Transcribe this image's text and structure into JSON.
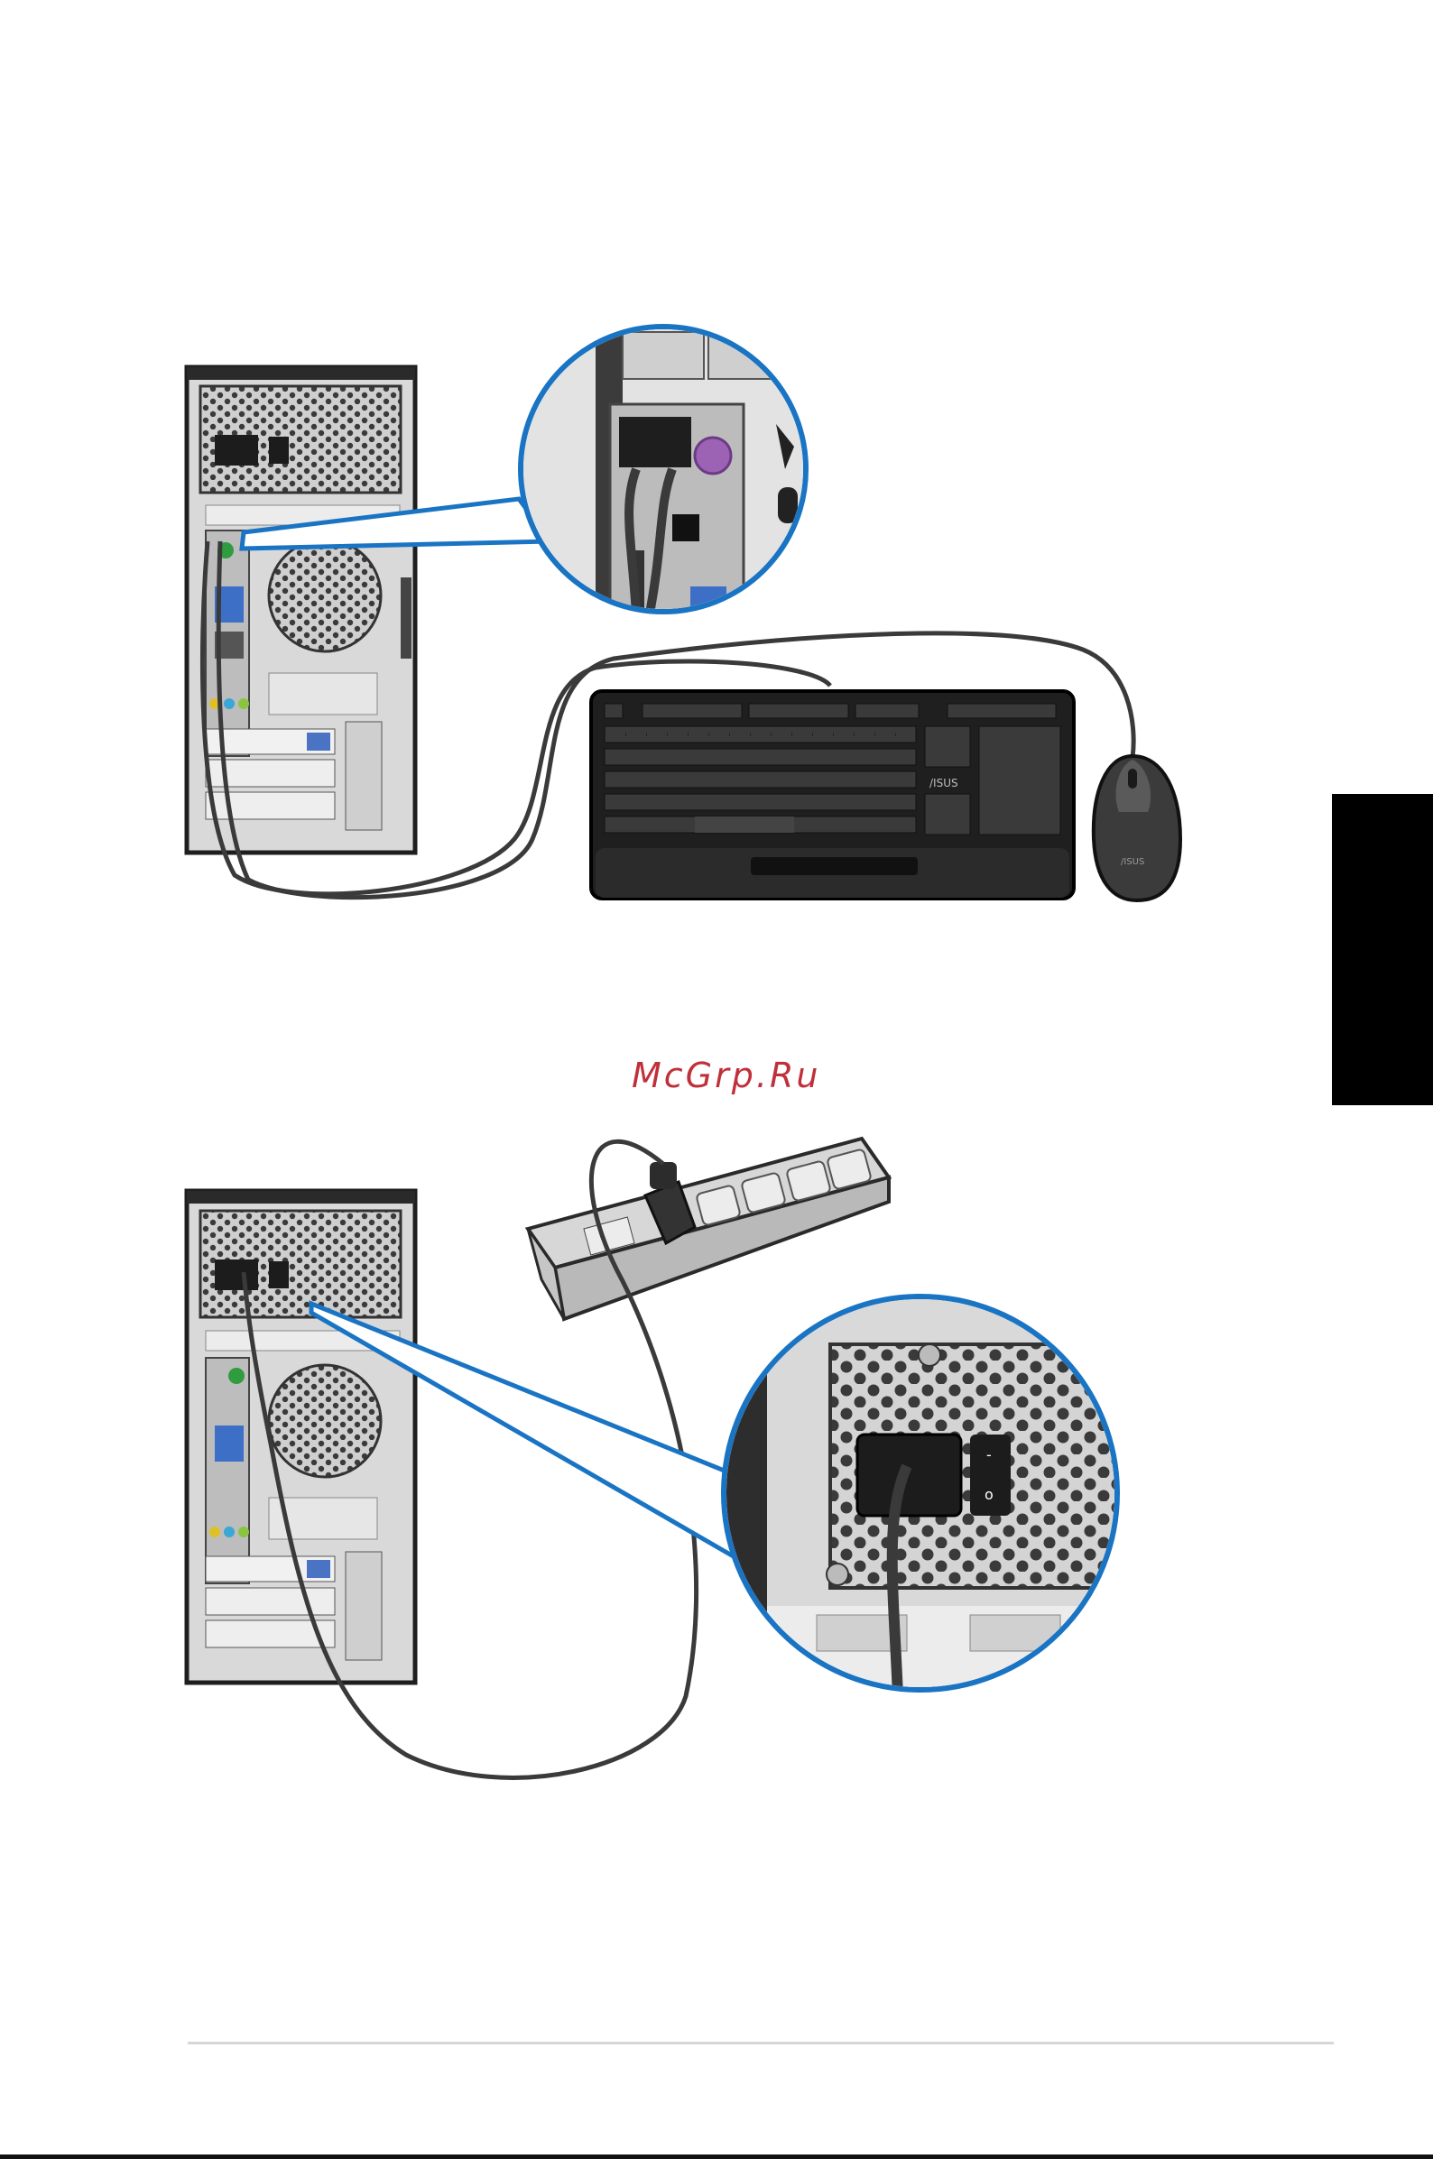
{
  "watermark": {
    "text": "McGrp.Ru"
  },
  "keyboard": {
    "brand": "/ISUS"
  },
  "mouse": {
    "brand": "/ISUS"
  },
  "psu_switch": {
    "on_mark": "-",
    "off_mark": "o"
  },
  "colors": {
    "cable": "#3a3a3a",
    "callout_outline": "#1a74c4",
    "side_tab": "#000000",
    "watermark": "#c0303a",
    "ps2_port": "#9c63b4"
  }
}
